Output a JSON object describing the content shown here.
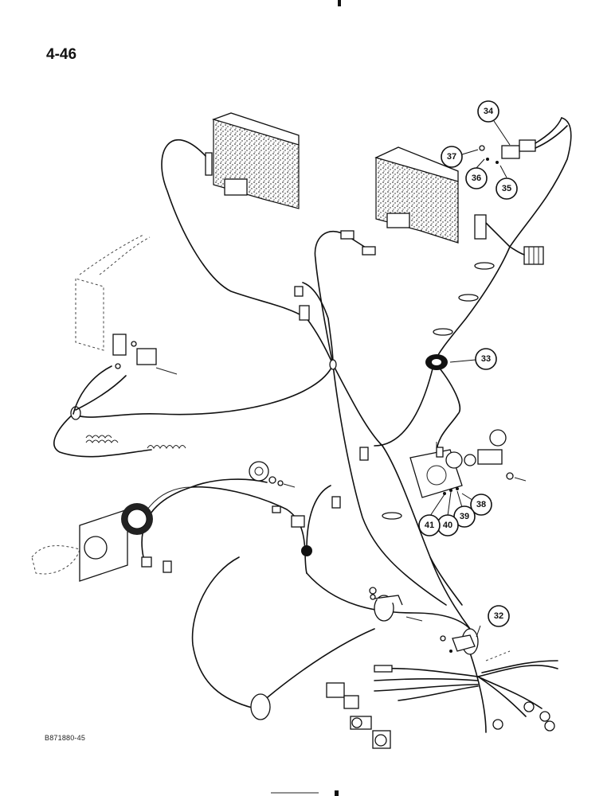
{
  "page": {
    "number": "4-46",
    "figure_id": "B871880-45"
  },
  "callouts": [
    {
      "label": "32"
    },
    {
      "label": "33"
    },
    {
      "label": "34"
    },
    {
      "label": "35"
    },
    {
      "label": "36"
    },
    {
      "label": "37"
    },
    {
      "label": "38"
    },
    {
      "label": "39"
    },
    {
      "label": "40"
    },
    {
      "label": "41"
    }
  ]
}
